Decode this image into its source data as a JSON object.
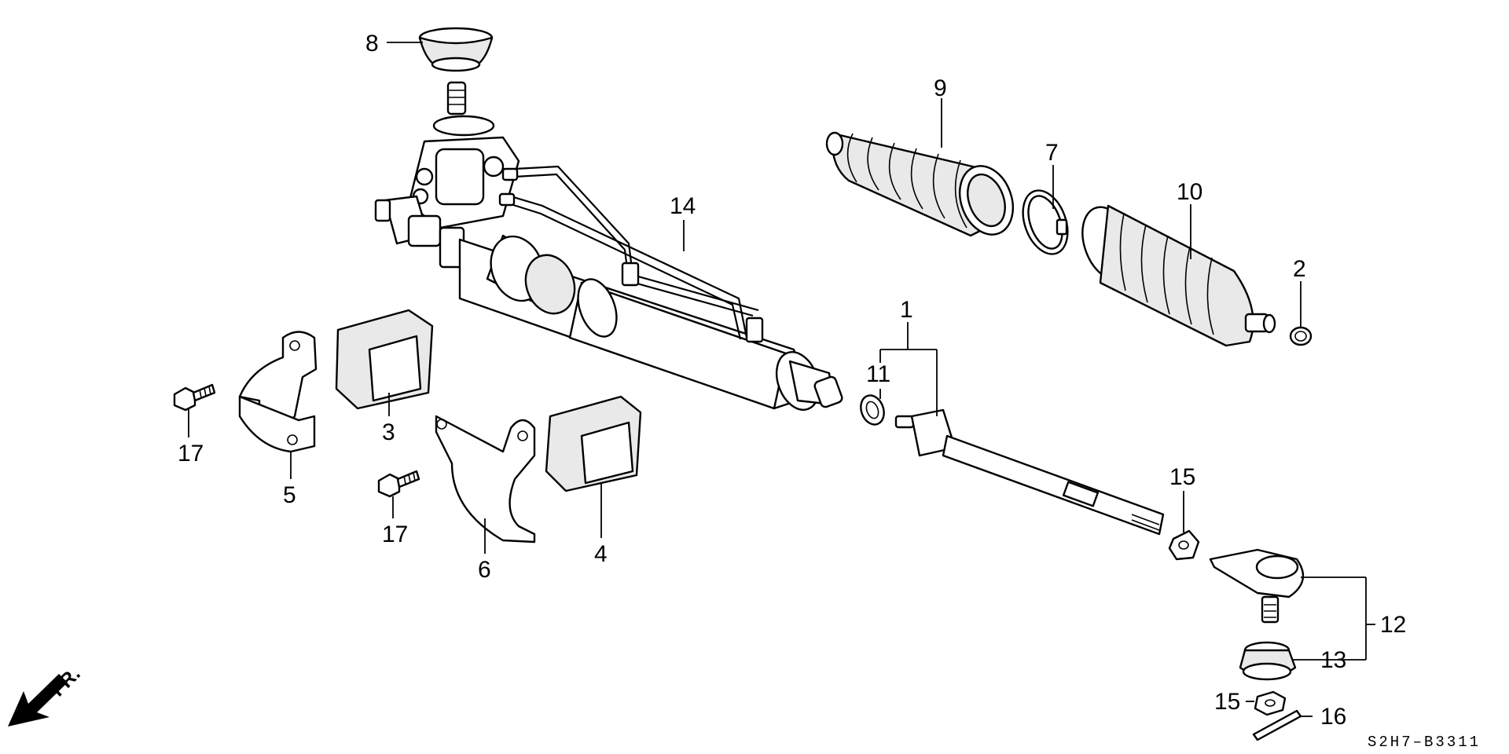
{
  "diagram": {
    "diagram_code": "S2H7–B3311",
    "direction_label": "FR.",
    "callouts": {
      "c1": "1",
      "c2": "2",
      "c3": "3",
      "c4": "4",
      "c5": "5",
      "c6": "6",
      "c7": "7",
      "c8": "8",
      "c9": "9",
      "c10": "10",
      "c11": "11",
      "c12": "12",
      "c13": "13",
      "c14": "14",
      "c15a": "15",
      "c15b": "15",
      "c16": "16",
      "c17a": "17",
      "c17b": "17"
    }
  }
}
